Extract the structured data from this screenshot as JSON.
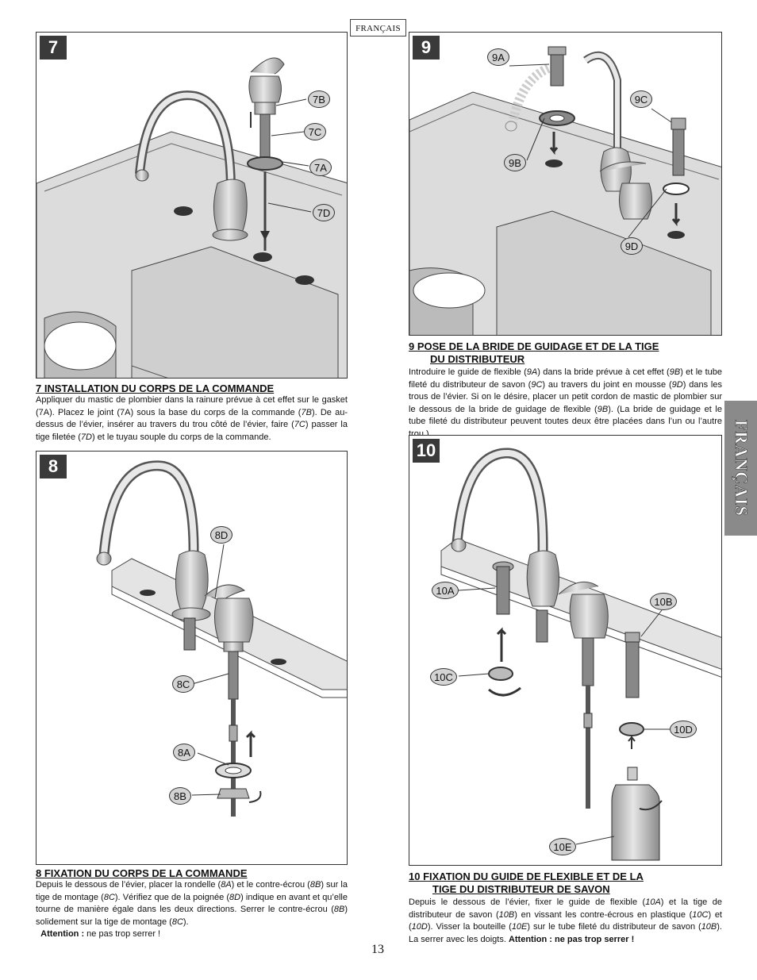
{
  "language_tab": "FRANÇAIS",
  "side_tab": "FRANÇAIS",
  "page_number": "13",
  "steps": {
    "s7": {
      "number": "7",
      "callouts": [
        "7B",
        "7C",
        "7A",
        "7D"
      ],
      "title": "7  INSTALLATION DU CORPS DE LA COMMANDE",
      "body": [
        "Appliquer du mastic de plombier dans la rainure prévue à cet effet sur le gasket (7A). Placez le joint (7A) sous la base du corps de la commande (",
        "7B",
        "). De au-dessus de l’évier, insérer au travers du trou côté de l’évier, faire (",
        "7C",
        ") passer la tige filetée (",
        "7D",
        ") et le tuyau souple du corps de la commande."
      ]
    },
    "s8": {
      "number": "8",
      "callouts": [
        "8D",
        "8C",
        "8A",
        "8B"
      ],
      "title": "8  FIXATION DU CORPS DE LA COMMANDE",
      "body": [
        "Depuis le dessous de l’évier, placer la rondelle (",
        "8A",
        ") et le contre-écrou (",
        "8B",
        ") sur la tige de montage (",
        "8C",
        "). Vérifiez que de la poignée (",
        "8D",
        ") indique en avant et qu’elle tourne de manière égale dans les deux directions. Serrer le contre-écrou (",
        "8B",
        ") solidement sur la tige de montage (",
        "8C",
        ")."
      ],
      "warning_label": "Attention :",
      "warning_text": " ne pas trop serrer !"
    },
    "s9": {
      "number": "9",
      "callouts": [
        "9A",
        "9C",
        "9B",
        "9D"
      ],
      "title_line1": "9  POSE DE LA BRIDE DE GUIDAGE ET DE LA TIGE",
      "title_line2": "DU DISTRIBUTEUR",
      "body": [
        "Introduire le guide de flexible (",
        "9A",
        ") dans la bride prévue à cet effet (",
        "9B",
        ") et le tube fileté du distributeur de savon (",
        "9C",
        ") au travers du joint en mousse (",
        "9D",
        ") dans les trous de l’évier. Si on le désire, placer un petit cordon de mastic de plombier sur le dessous de la bride de guidage de flexible (",
        "9B",
        "). (La bride de guidage et le tube fileté du distributeur peuvent toutes deux être placées dans l’un ou l’autre trou.)"
      ]
    },
    "s10": {
      "number": "10",
      "callouts": [
        "10A",
        "10B",
        "10C",
        "10D",
        "10E"
      ],
      "title_line1": "10  FIXATION DU GUIDE DE FLEXIBLE ET DE LA",
      "title_line2": "TIGE DU DISTRIBUTEUR DE SAVON",
      "body": [
        "Depuis le dessous de l’évier, fixer le guide de flexible (",
        "10A",
        ") et la tige de distributeur de savon (",
        "10B",
        ") en vissant les contre-écrous en plastique (",
        "10C",
        ") et (",
        "10D",
        "). Visser la bouteille (",
        "10E",
        ") sur le tube fileté du distributeur de savon (",
        "10B",
        "). La serrer avec les doigts. "
      ],
      "warning_label": "Attention : ne pas trop serrer !"
    }
  }
}
